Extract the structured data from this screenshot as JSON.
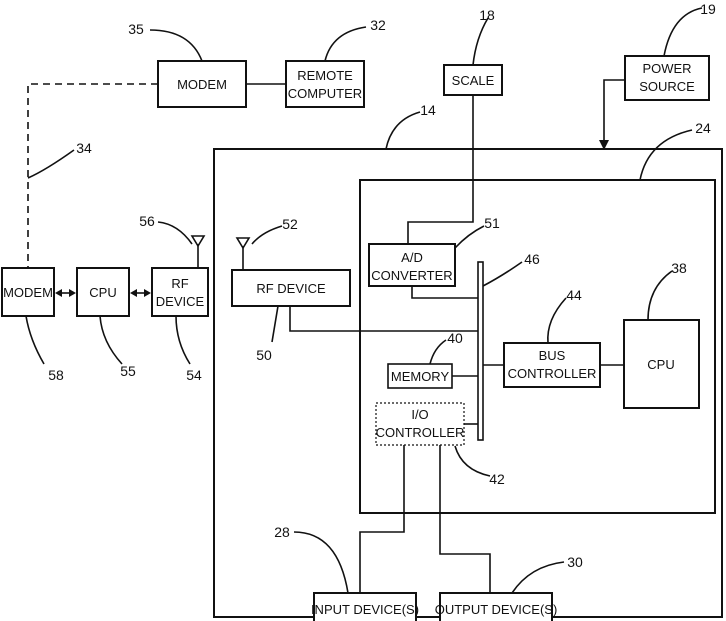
{
  "labels": {
    "modem_top": "MODEM",
    "remote_computer_1": "REMOTE",
    "remote_computer_2": "COMPUTER",
    "scale": "SCALE",
    "power_source_1": "POWER",
    "power_source_2": "SOURCE",
    "rf_device_inner": "RF DEVICE",
    "ad_converter_1": "A/D",
    "ad_converter_2": "CONVERTER",
    "memory": "MEMORY",
    "io_controller_1": "I/O",
    "io_controller_2": "CONTROLLER",
    "bus_controller_1": "BUS",
    "bus_controller_2": "CONTROLLER",
    "cpu_inner": "CPU",
    "modem_left": "MODEM",
    "cpu_left": "CPU",
    "rf_device_left_1": "RF",
    "rf_device_left_2": "DEVICE",
    "input_devices": "INPUT DEVICE(S)",
    "output_devices": "OUTPUT DEVICE(S)"
  },
  "refs": {
    "modem_top": "35",
    "remote_computer": "32",
    "scale": "18",
    "power_source": "19",
    "main_unit": "14",
    "board": "24",
    "link": "34",
    "antenna_left": "56",
    "antenna_inner": "52",
    "ad_converter": "51",
    "bus": "46",
    "bus_controller": "44",
    "cpu_inner": "38",
    "memory": "40",
    "rf_device_inner": "50",
    "io_controller": "42",
    "modem_left": "58",
    "cpu_left": "55",
    "rf_device_left": "54",
    "input_devices": "28",
    "output_devices": "30"
  }
}
